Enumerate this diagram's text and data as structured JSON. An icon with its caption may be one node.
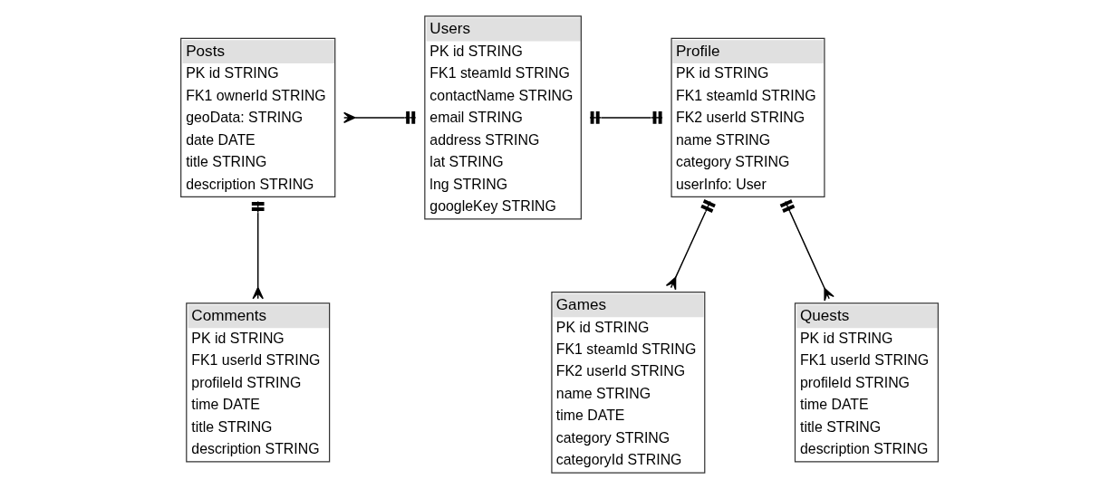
{
  "diagram": {
    "nodes": [
      {
        "text": [
          "Posts",
          "PK id STRING",
          "FK1 ownerId STRING",
          "geoData: STRING",
          "date DATE",
          "title STRING",
          "description STRING"
        ]
      },
      {
        "text": [
          "Users",
          "PK id STRING",
          "FK1 steamId STRING",
          "contactName STRING",
          "email STRING",
          "address STRING",
          "lat STRING",
          "lng STRING",
          "googleKey STRING"
        ]
      },
      {
        "text": [
          "Profile",
          "PK id STRING",
          "FK1 steamId STRING",
          "FK2 userId STRING",
          "name STRING",
          "category STRING",
          "userInfo: User"
        ]
      },
      {
        "text": [
          "Comments",
          "PK id STRING",
          "FK1 userId STRING",
          "profileId STRING",
          "time DATE",
          "title STRING",
          "description STRING"
        ]
      },
      {
        "text": [
          "Games",
          "PK id STRING",
          "FK1 steamId STRING",
          "FK2 userId STRING",
          "name STRING",
          "time DATE",
          "category STRING",
          "categoryId STRING"
        ]
      },
      {
        "text": [
          "Quests",
          "PK id STRING",
          "FK1 userId STRING",
          "profileId STRING",
          "time DATE",
          "title STRING",
          "description STRING"
        ]
      }
    ],
    "edges": [
      {
        "from": 0,
        "to": 1,
        "arrow": "other"
      },
      {
        "from": 1,
        "to": 2,
        "arrow": "other"
      },
      {
        "from": 0,
        "to": 3,
        "arrow": "other"
      },
      {
        "from": 2,
        "to": 4,
        "arrow": "other"
      },
      {
        "from": 2,
        "to": 5,
        "arrow": "other"
      }
    ]
  }
}
